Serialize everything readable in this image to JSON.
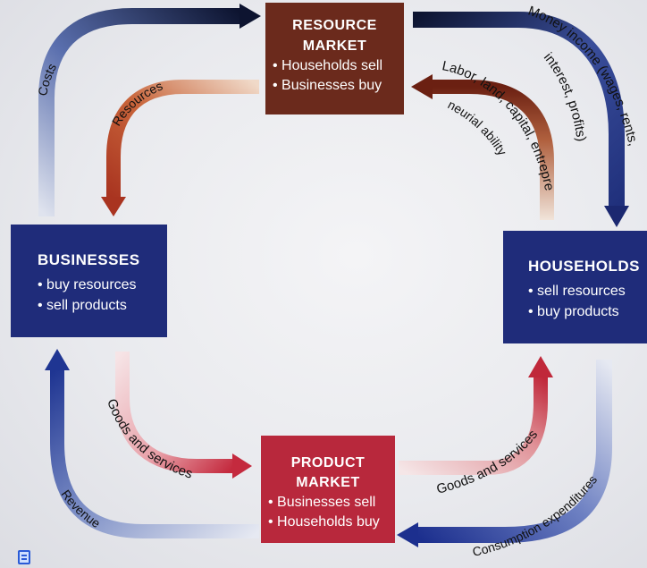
{
  "resource_market": {
    "title_line1": "RESOURCE",
    "title_line2": "MARKET",
    "items": [
      "• Households sell",
      "• Businesses buy"
    ]
  },
  "businesses": {
    "title": "BUSINESSES",
    "items": [
      "• buy resources",
      "• sell products"
    ]
  },
  "households": {
    "title": "HOUSEHOLDS",
    "items": [
      "• sell resources",
      "• buy products"
    ]
  },
  "product_market": {
    "title_line1": "PRODUCT",
    "title_line2": "MARKET",
    "items": [
      "• Businesses sell",
      "• Households buy"
    ]
  },
  "flows": {
    "costs": "Costs",
    "resources": "Resources",
    "money_income_1": "Money income (wages, rents,",
    "money_income_2": "interest, profits)",
    "labor_1": "Labor, land, capital, entrepre-",
    "labor_2": "neurial ability",
    "goods_services_left": "Goods and services",
    "goods_services_right": "Goods and services",
    "revenue": "Revenue",
    "consumption": "Consumption expenditures"
  },
  "colors": {
    "dark_blue": "#1f2c7a",
    "brown": "#6b2a1c",
    "red": "#b8283c",
    "light": "#e8e9ee"
  },
  "icons": [
    "document-icon"
  ]
}
